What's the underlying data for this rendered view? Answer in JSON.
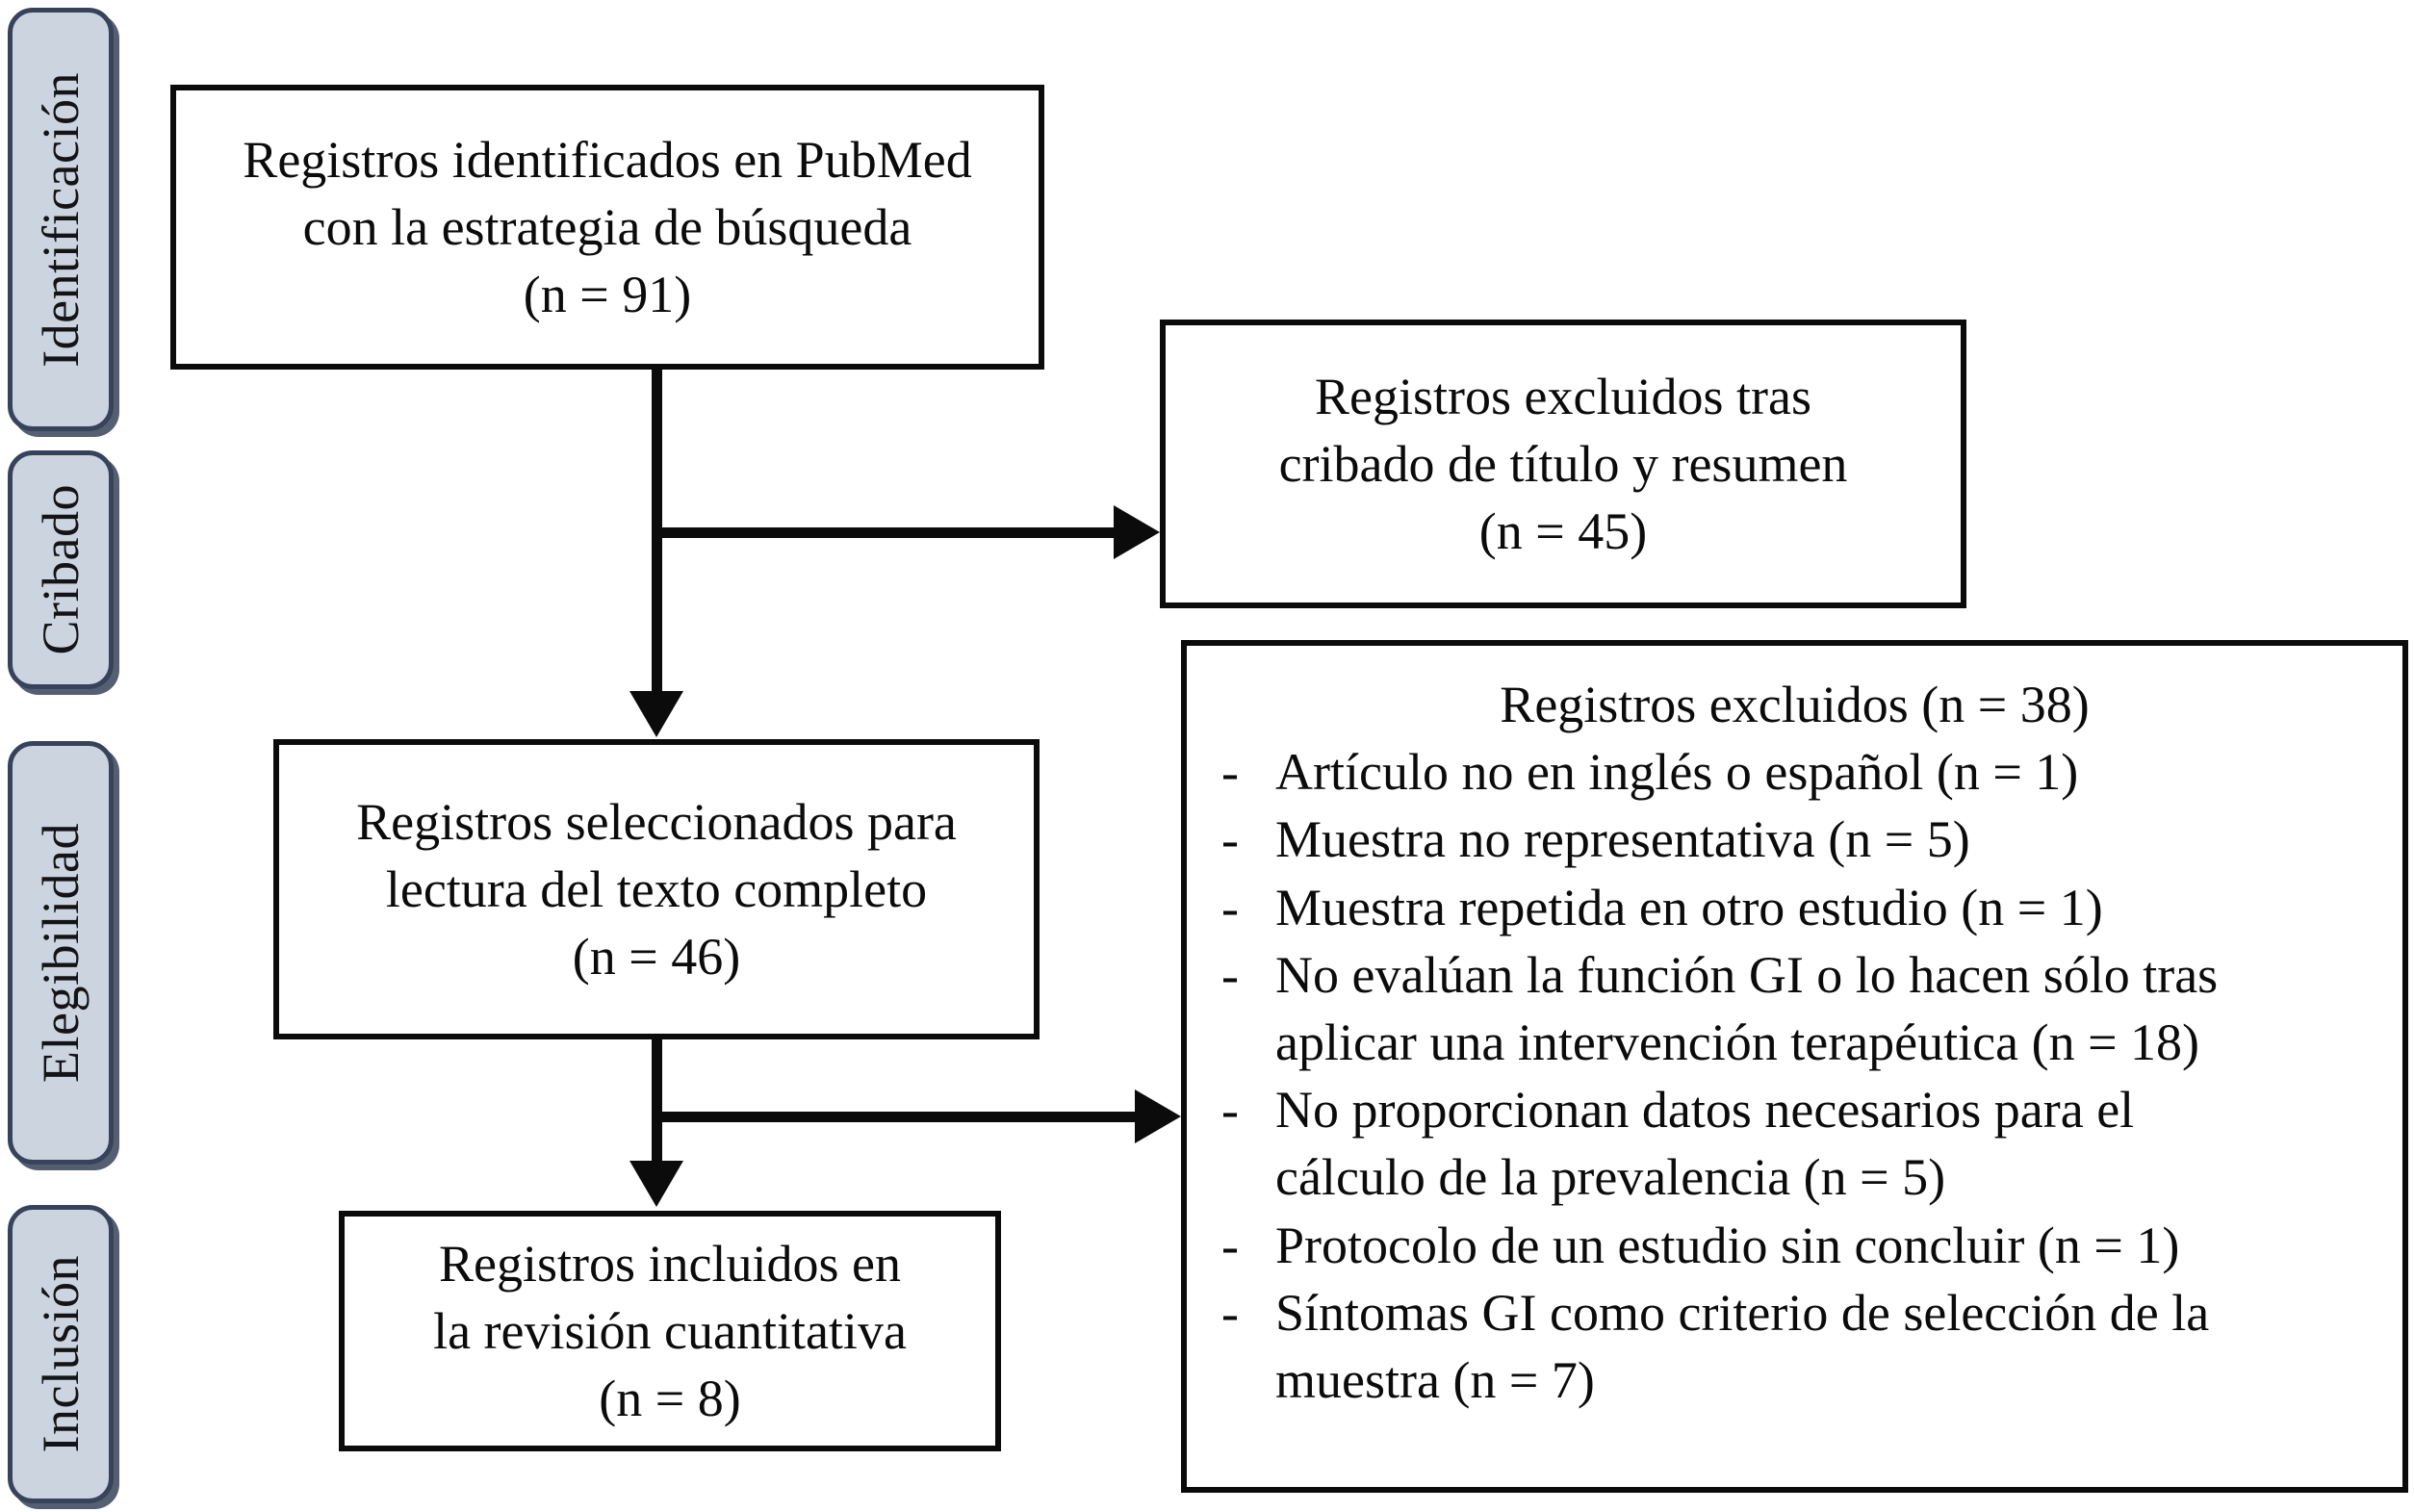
{
  "diagram": {
    "title": "PRISMA flow diagram",
    "language": "es",
    "colors": {
      "stage_fill": "#ccd4e0",
      "stage_border": "#37435a",
      "box_border": "#0b0b0b",
      "box_fill": "#ffffff",
      "text": "#0b0b0b"
    }
  },
  "stages": [
    {
      "label": "Identificación"
    },
    {
      "label": "Cribado"
    },
    {
      "label": "Elegibilidad"
    },
    {
      "label": "Inclusión"
    }
  ],
  "boxes": {
    "identified": {
      "lines": [
        "Registros identificados en PubMed",
        "con la estrategia de búsqueda",
        "(n = 91)"
      ],
      "n": 91
    },
    "excluded_screening": {
      "lines": [
        "Registros excluidos tras",
        "cribado de título y resumen",
        "(n = 45)"
      ],
      "n": 45
    },
    "fulltext": {
      "lines": [
        "Registros seleccionados para",
        "lectura del texto completo",
        "(n = 46)"
      ],
      "n": 46
    },
    "included": {
      "lines": [
        "Registros incluidos en",
        "la revisión cuantitativa",
        "(n = 8)"
      ],
      "n": 8
    },
    "excluded_fulltext": {
      "title": "Registros excluidos (n = 38)",
      "n": 38,
      "reasons": [
        {
          "text": "Artículo no en inglés o español (n = 1)",
          "n": 1
        },
        {
          "text": "Muestra no representativa (n = 5)",
          "n": 5
        },
        {
          "text": "Muestra repetida en otro estudio (n = 1)",
          "n": 1
        },
        {
          "text": "No evalúan la función GI o lo hacen sólo tras",
          "n": null
        },
        {
          "text": "aplicar una intervención terapéutica (n = 18)",
          "n": 18
        },
        {
          "text": "No proporcionan datos necesarios para el",
          "n": null
        },
        {
          "text": "cálculo de la prevalencia (n = 5)",
          "n": 5
        },
        {
          "text": "Protocolo de un estudio sin concluir (n = 1)",
          "n": 1
        },
        {
          "text": "Síntomas GI como criterio de selección de la",
          "n": null
        },
        {
          "text": "muestra (n = 7)",
          "n": 7
        }
      ]
    }
  },
  "bullet": {
    "dash": "-"
  }
}
